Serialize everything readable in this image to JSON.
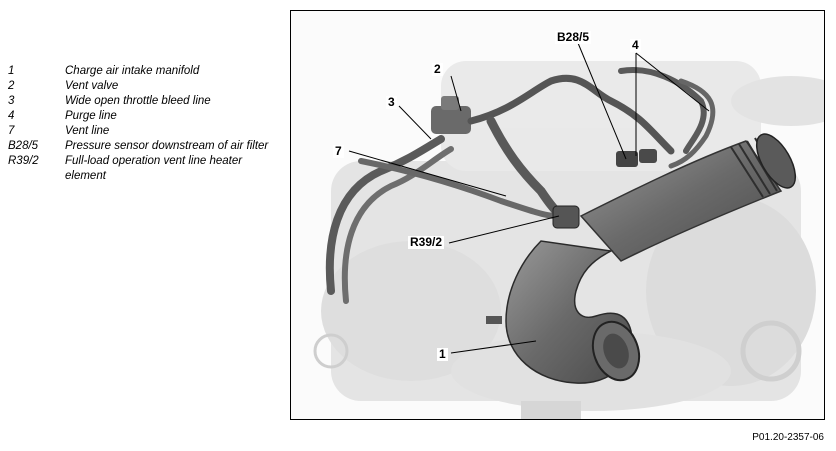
{
  "legend": [
    {
      "code": "1",
      "description": "Charge air intake manifold"
    },
    {
      "code": "2",
      "description": "Vent valve"
    },
    {
      "code": "3",
      "description": "Wide open throttle bleed line"
    },
    {
      "code": "4",
      "description": "Purge line"
    },
    {
      "code": "7",
      "description": "Vent line"
    },
    {
      "code": "B28/5",
      "description": "Pressure sensor downstream of air filter"
    },
    {
      "code": "R39/2",
      "description": "Full-load operation vent line heater element"
    }
  ],
  "callouts": {
    "c1": "1",
    "c2": "2",
    "c3": "3",
    "c4": "4",
    "c7": "7",
    "cB28": "B28/5",
    "cR39": "R39/2"
  },
  "figure_id": "P01.20-2357-06"
}
